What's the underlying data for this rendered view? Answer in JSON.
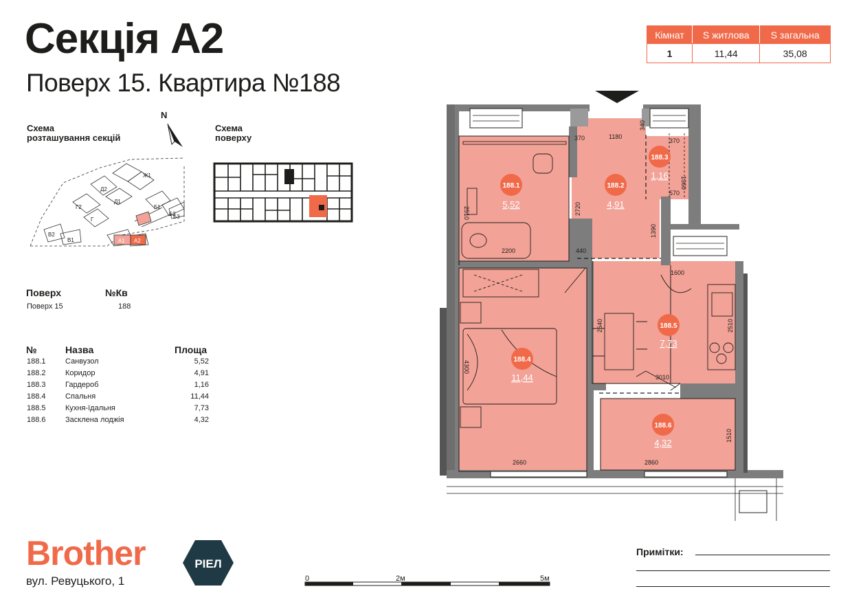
{
  "header": {
    "title": "Секція А2",
    "subtitle": "Поверх 15. Квартира №188"
  },
  "summary": {
    "headers": [
      "Кімнат",
      "S житлова",
      "S загальна"
    ],
    "values": [
      "1",
      "11,44",
      "35,08"
    ]
  },
  "site_scheme": {
    "label_line1": "Схема",
    "label_line2": "розташування секцій",
    "north": "N",
    "sections": [
      "Ж1",
      "Д2",
      "Д1",
      "Г2",
      "Г",
      "Б1",
      "Б2",
      "Б3",
      "В2",
      "В1",
      "А1",
      "А2"
    ]
  },
  "floor_scheme": {
    "label_line1": "Схема",
    "label_line2": "поверху"
  },
  "floor_info": {
    "headers": [
      "Поверх",
      "№Кв"
    ],
    "values": [
      "Поверх 15",
      "188"
    ]
  },
  "rooms_table": {
    "headers": [
      "№",
      "Назва",
      "Площа"
    ],
    "rows": [
      {
        "num": "188.1",
        "name": "Санвузол",
        "area": "5,52"
      },
      {
        "num": "188.2",
        "name": "Коридор",
        "area": "4,91"
      },
      {
        "num": "188.3",
        "name": "Гардероб",
        "area": "1,16"
      },
      {
        "num": "188.4",
        "name": "Спальня",
        "area": "11,44"
      },
      {
        "num": "188.5",
        "name": "Кухня-їдальня",
        "area": "7,73"
      },
      {
        "num": "188.6",
        "name": "Засклена лоджія",
        "area": "4,32"
      }
    ]
  },
  "plan": {
    "rooms": [
      {
        "id": "188.1",
        "area": "5,52"
      },
      {
        "id": "188.2",
        "area": "4,91"
      },
      {
        "id": "188.3",
        "area": "1,16"
      },
      {
        "id": "188.4",
        "area": "11,44"
      },
      {
        "id": "188.5",
        "area": "7,73"
      },
      {
        "id": "188.6",
        "area": "4,32"
      }
    ],
    "dimensions": [
      "370",
      "1180",
      "340",
      "370",
      "1360",
      "570",
      "2510",
      "2720",
      "1390",
      "2200",
      "440",
      "1600",
      "2640",
      "2510",
      "4300",
      "3010",
      "1510",
      "2660",
      "2860"
    ]
  },
  "colors": {
    "accent": "#f06a4a",
    "room_fill": "#f2a297",
    "wall": "#7d7d7d",
    "text": "#1d1d1b",
    "riel_badge": "#1f3a44"
  },
  "brand": {
    "name": "Brother",
    "badge": "РІЕЛ",
    "address": "вул. Ревуцького, 1"
  },
  "scale": {
    "marks": [
      "0",
      "2м",
      "5м"
    ]
  },
  "notes": {
    "label": "Примітки:"
  }
}
